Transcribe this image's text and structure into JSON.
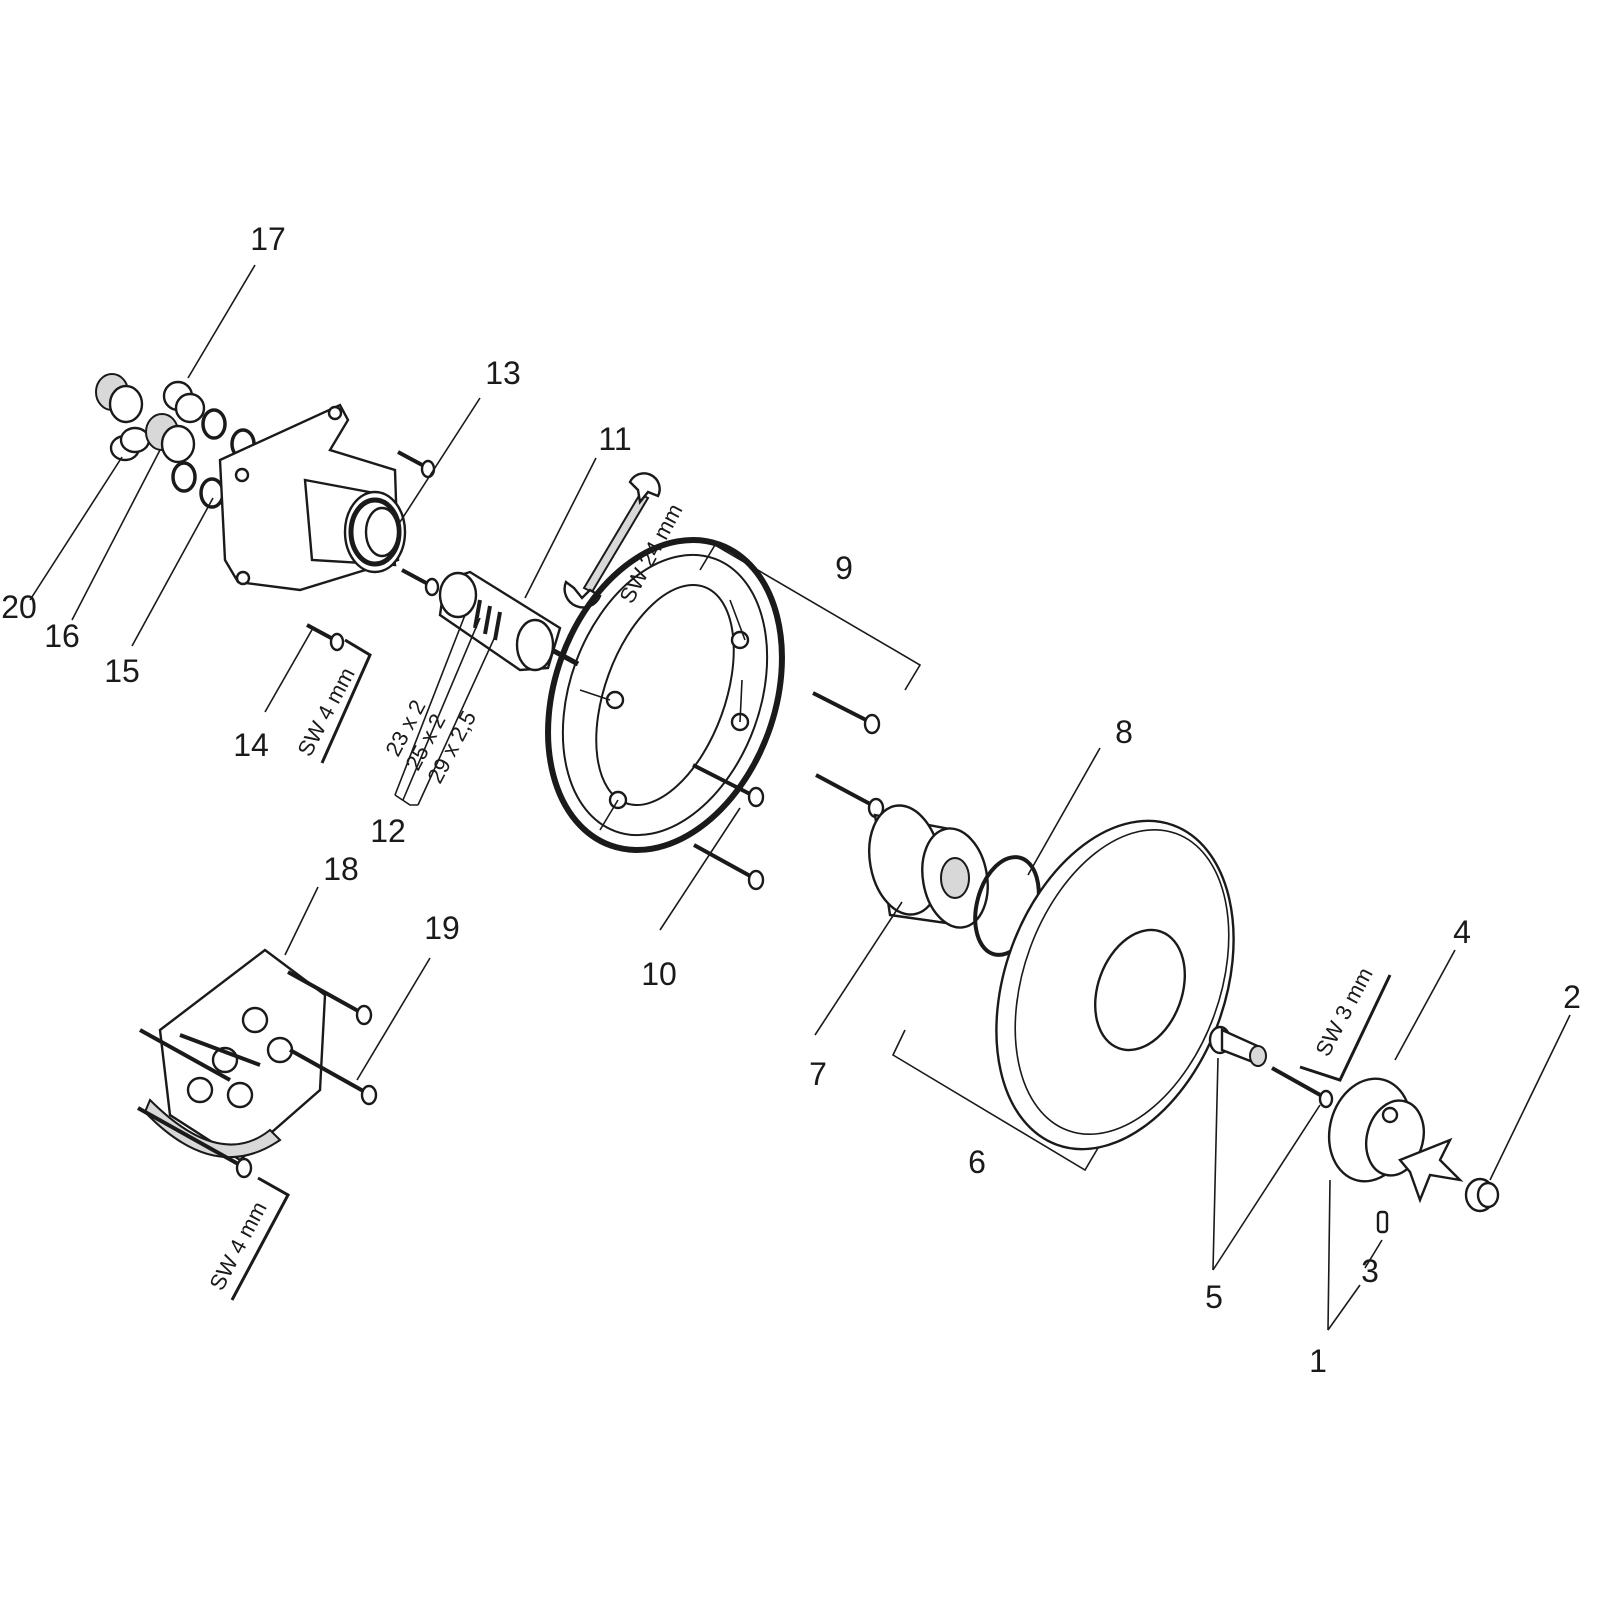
{
  "callouts": [
    "1",
    "2",
    "3",
    "4",
    "5",
    "6",
    "7",
    "8",
    "9",
    "10",
    "11",
    "12",
    "13",
    "14",
    "15",
    "16",
    "17",
    "18",
    "19",
    "20"
  ],
  "tool_labels": {
    "wrench_24": "SW 24 mm",
    "hex_4_top": "SW 4 mm",
    "hex_4_bottom": "SW 4 mm",
    "hex_3": "SW 3 mm"
  },
  "oring_sizes": [
    "23 x 2",
    "25 x 2",
    "29 x 2,5"
  ]
}
